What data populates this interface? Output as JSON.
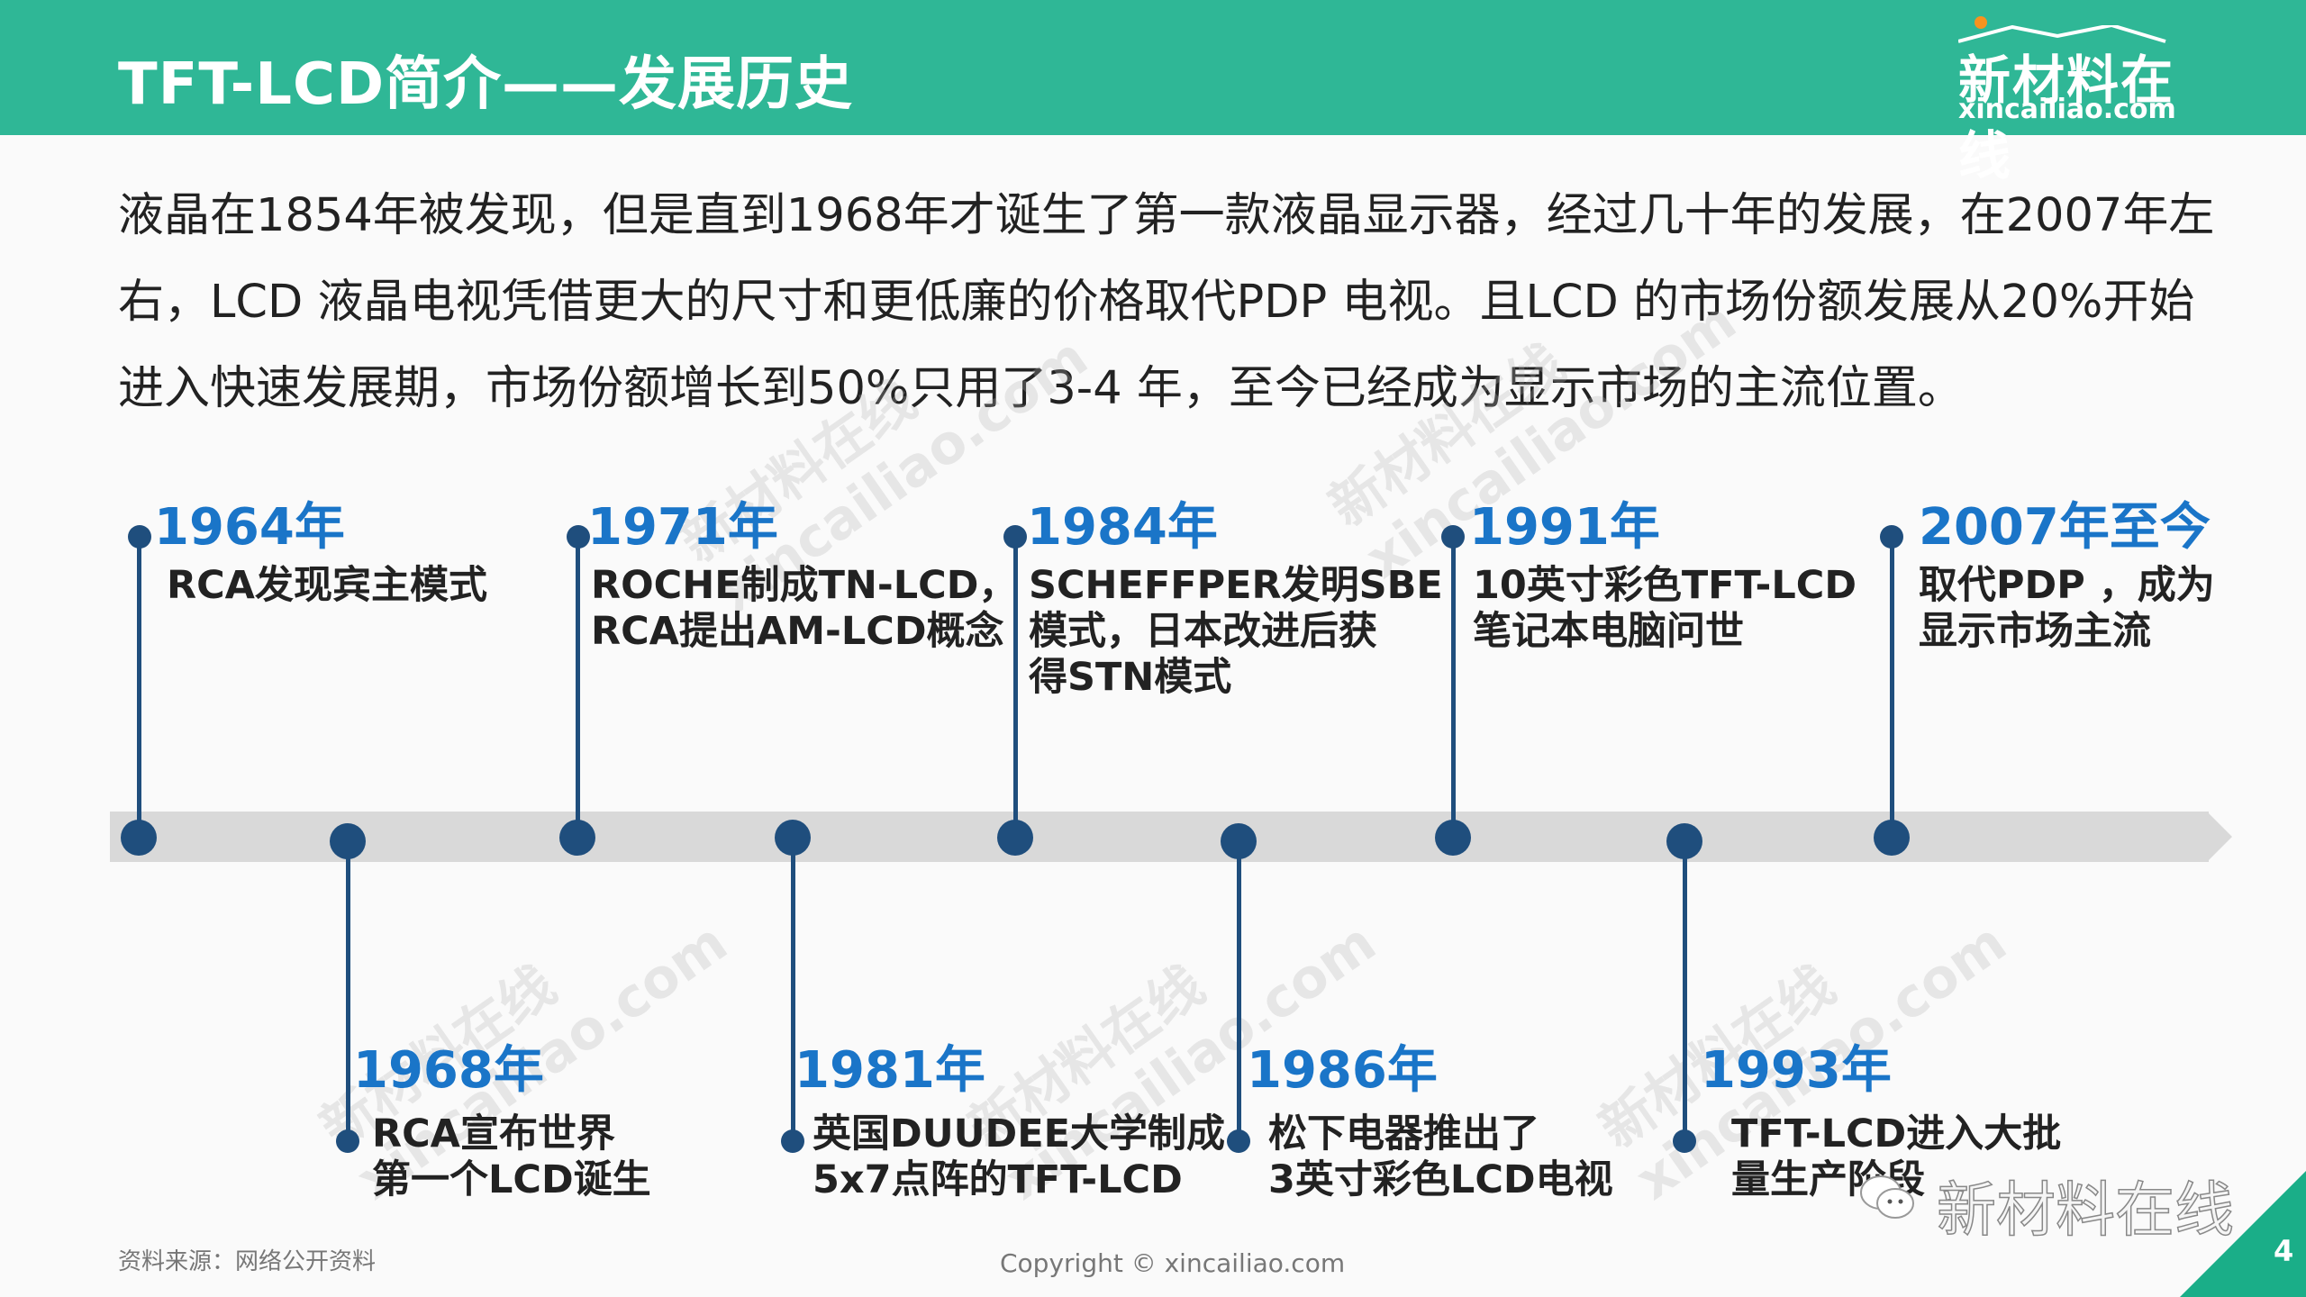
{
  "header": {
    "title": "TFT-LCD简介——发展历史",
    "logo_cn": "新材料在线",
    "logo_en": "xincailiao.com",
    "bg_color": "#2fb796"
  },
  "intro": "液晶在1854年被发现，但是直到1968年才诞生了第一款液晶显示器，经过几十年的发展，在2007年左右，LCD 液晶电视凭借更大的尺寸和更低廉的价格取代PDP 电视。且LCD 的市场份额发展从20%开始进入快速发展期，市场份额增长到50%只用了3-4 年，至今已经成为显示市场的主流位置。",
  "timeline": {
    "above": [
      {
        "year": "1964年",
        "desc": "RCA发现宾主模式"
      },
      {
        "year": "1971年",
        "desc": "ROCHE制成TN-LCD，\nRCA提出AM-LCD概念"
      },
      {
        "year": "1984年",
        "desc": "SCHEFFPER发明SBE\n模式，日本改进后获\n得STN模式"
      },
      {
        "year": "1991年",
        "desc": "10英寸彩色TFT-LCD\n笔记本电脑问世"
      },
      {
        "year": "2007年至今",
        "desc": "取代PDP ，成为\n显示市场主流"
      }
    ],
    "below": [
      {
        "year": "1968年",
        "desc": "RCA宣布世界\n第一个LCD诞生"
      },
      {
        "year": "1981年",
        "desc": "英国DUUDEE大学制成\n5x7点阵的TFT-LCD"
      },
      {
        "year": "1986年",
        "desc": "松下电器推出了\n3英寸彩色LCD电视"
      },
      {
        "year": "1993年",
        "desc": "TFT-LCD进入大批\n量生产阶段"
      }
    ],
    "year_color": "#1a75c8",
    "marker_color": "#1f4e7d"
  },
  "watermark": {
    "cn": "新材料在线",
    "en": "xincailiao.com",
    "wechat": "新材料在线"
  },
  "footer": {
    "source": "资料来源：网络公开资料",
    "copyright": "Copyright © xincailiao.com",
    "page_number": "4"
  }
}
